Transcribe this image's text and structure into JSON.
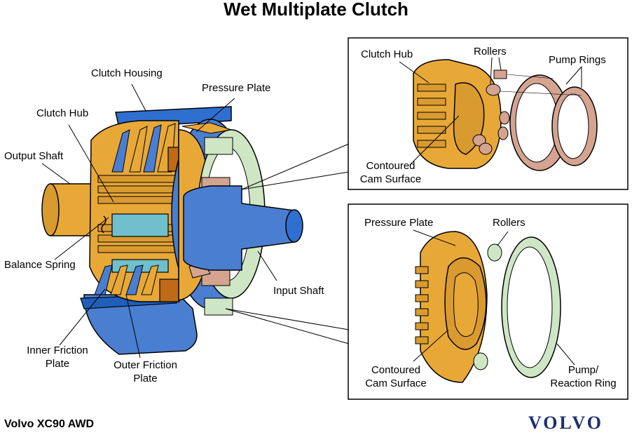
{
  "title": "Wet Multiplate Clutch",
  "labels": {
    "clutch_housing": "Clutch Housing",
    "pressure_plate_main": "Pressure Plate",
    "clutch_hub_main": "Clutch Hub",
    "output_shaft": "Output Shaft",
    "balance_spring": "Balance Spring",
    "input_shaft": "Input Shaft",
    "inner_friction_plate": "Inner Friction\nPlate",
    "outer_friction_plate": "Outer Friction\nPlate"
  },
  "inset_top": {
    "clutch_hub": "Clutch Hub",
    "rollers": "Rollers",
    "pump_rings": "Pump Rings",
    "contoured_cam_surface": "Contoured\nCam Surface"
  },
  "inset_bottom": {
    "pressure_plate": "Pressure Plate",
    "rollers": "Rollers",
    "contoured_cam_surface": "Contoured\nCam Surface",
    "pump_reaction_ring": "Pump/\nReaction Ring"
  },
  "footer": "Volvo XC90 AWD",
  "logo": "VOLVO",
  "colors": {
    "orange": "#e8a838",
    "blue": "#4a7ed0",
    "darkblue": "#1f5fb8",
    "teal": "#6fc0cc",
    "green": "#cfe6c4",
    "pink": "#d4a491",
    "brand": "#1b2f6b"
  }
}
